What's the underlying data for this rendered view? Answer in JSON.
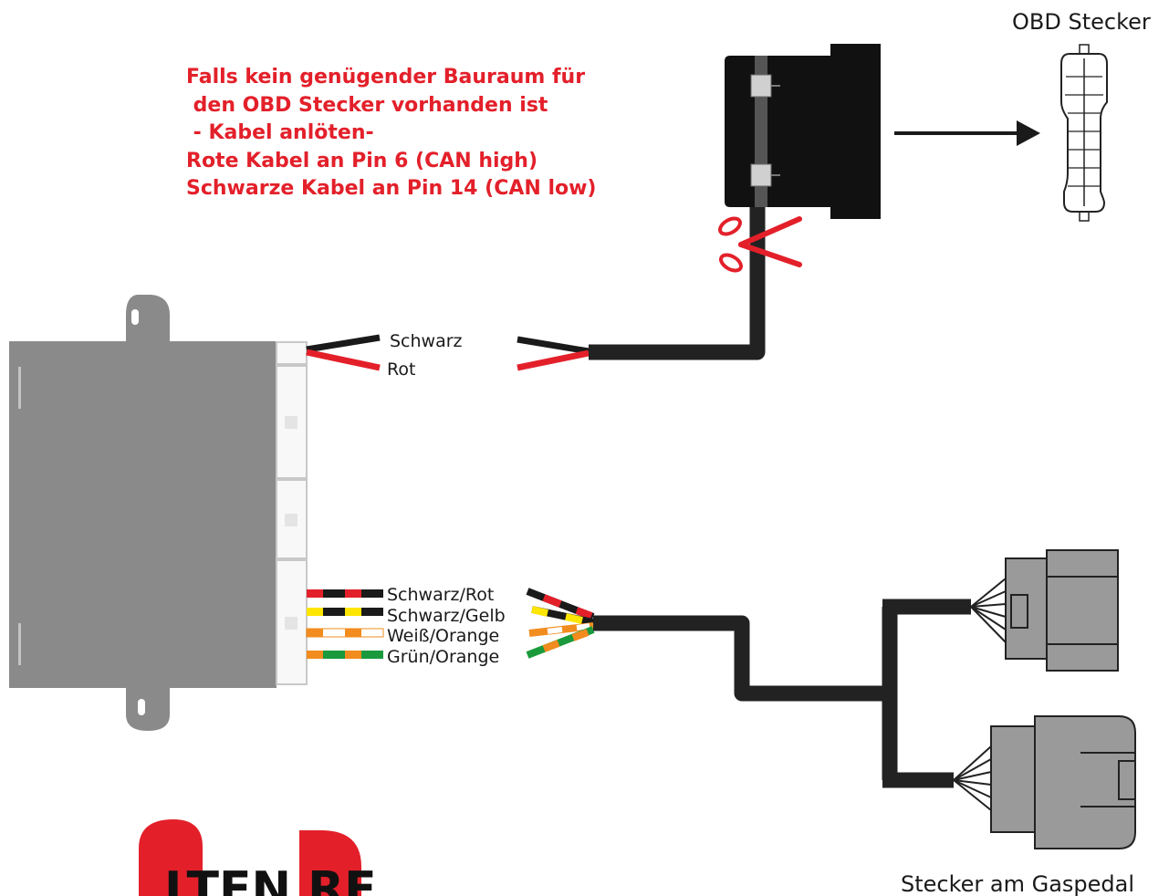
{
  "note": {
    "lines": [
      "Falls kein genügender Bauraum für",
      " den OBD Stecker vorhanden ist",
      " - Kabel anlöten-",
      "Rote Kabel an Pin 6 (CAN high)",
      "Schwarze Kabel an Pin 14 (CAN low)"
    ],
    "color": "#e3202a"
  },
  "labels": {
    "obd_connector": "OBD Stecker",
    "pedal_connector": "Stecker am Gaspedal"
  },
  "can_wires": [
    {
      "label": "Schwarz",
      "color": "#1a1a1a"
    },
    {
      "label": "Rot",
      "color": "#e3202a"
    }
  ],
  "pedal_wires": [
    {
      "label": "Schwarz/Rot",
      "colors": [
        "#e3202a",
        "#1a1a1a"
      ]
    },
    {
      "label": "Schwarz/Gelb",
      "colors": [
        "#ffe600",
        "#1a1a1a"
      ]
    },
    {
      "label": "Weiß/Orange",
      "colors": [
        "#f28c1e",
        "#ffffff"
      ]
    },
    {
      "label": "Grün/Orange",
      "colors": [
        "#f28c1e",
        "#1a9a3c"
      ]
    }
  ],
  "icons": {
    "cut": "scissors-icon",
    "direction": "arrow-right-icon"
  },
  "logo": {
    "text": "LTEN RF",
    "accent_color": "#e3202a"
  },
  "colors": {
    "module_body": "#8a8a8a",
    "cable": "#222222",
    "connector_gray": "#9a9a9a"
  }
}
